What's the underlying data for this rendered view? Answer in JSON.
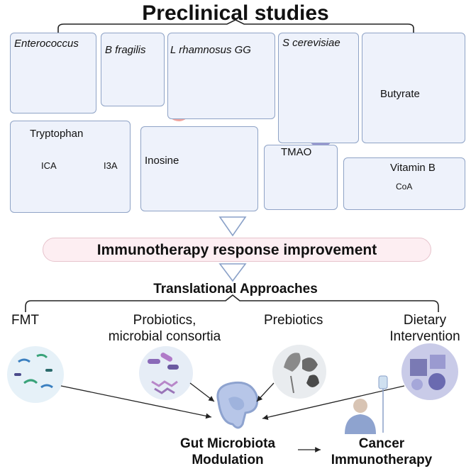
{
  "title": "Preclinical studies",
  "panels": {
    "enterococcus": "Enterococcus",
    "bfragilis": "B fragilis",
    "lrhamnosus": "L rhamnosus GG",
    "scerevisiae": "S cerevisiae",
    "butyrate": "Butyrate",
    "tryptophan": "Tryptophan",
    "ica": "ICA",
    "i3a": "I3A",
    "inosine": "Inosine",
    "tmao": "TMAO",
    "vitaminb": "Vitamin B",
    "coa": "CoA"
  },
  "response": "Immunotherapy response improvement",
  "translational": "Translational Approaches",
  "approaches": {
    "fmt": "FMT",
    "probiotics_line1": "Probiotics,",
    "probiotics_line2": "microbial consortia",
    "prebiotics": "Prebiotics",
    "dietary_line1": "Dietary",
    "dietary_line2": "Intervention"
  },
  "gut_line1": "Gut Microbiota",
  "gut_line2": "Modulation",
  "cancer_line1": "Cancer",
  "cancer_line2": "Immunotherapy",
  "colors": {
    "panel_bg": "#eef2fb",
    "panel_border": "#8fa3c6",
    "pill_bg": "#fdeef2",
    "cell_purple": "#8b86c4",
    "tumor_pink": "#f0a6a0"
  }
}
